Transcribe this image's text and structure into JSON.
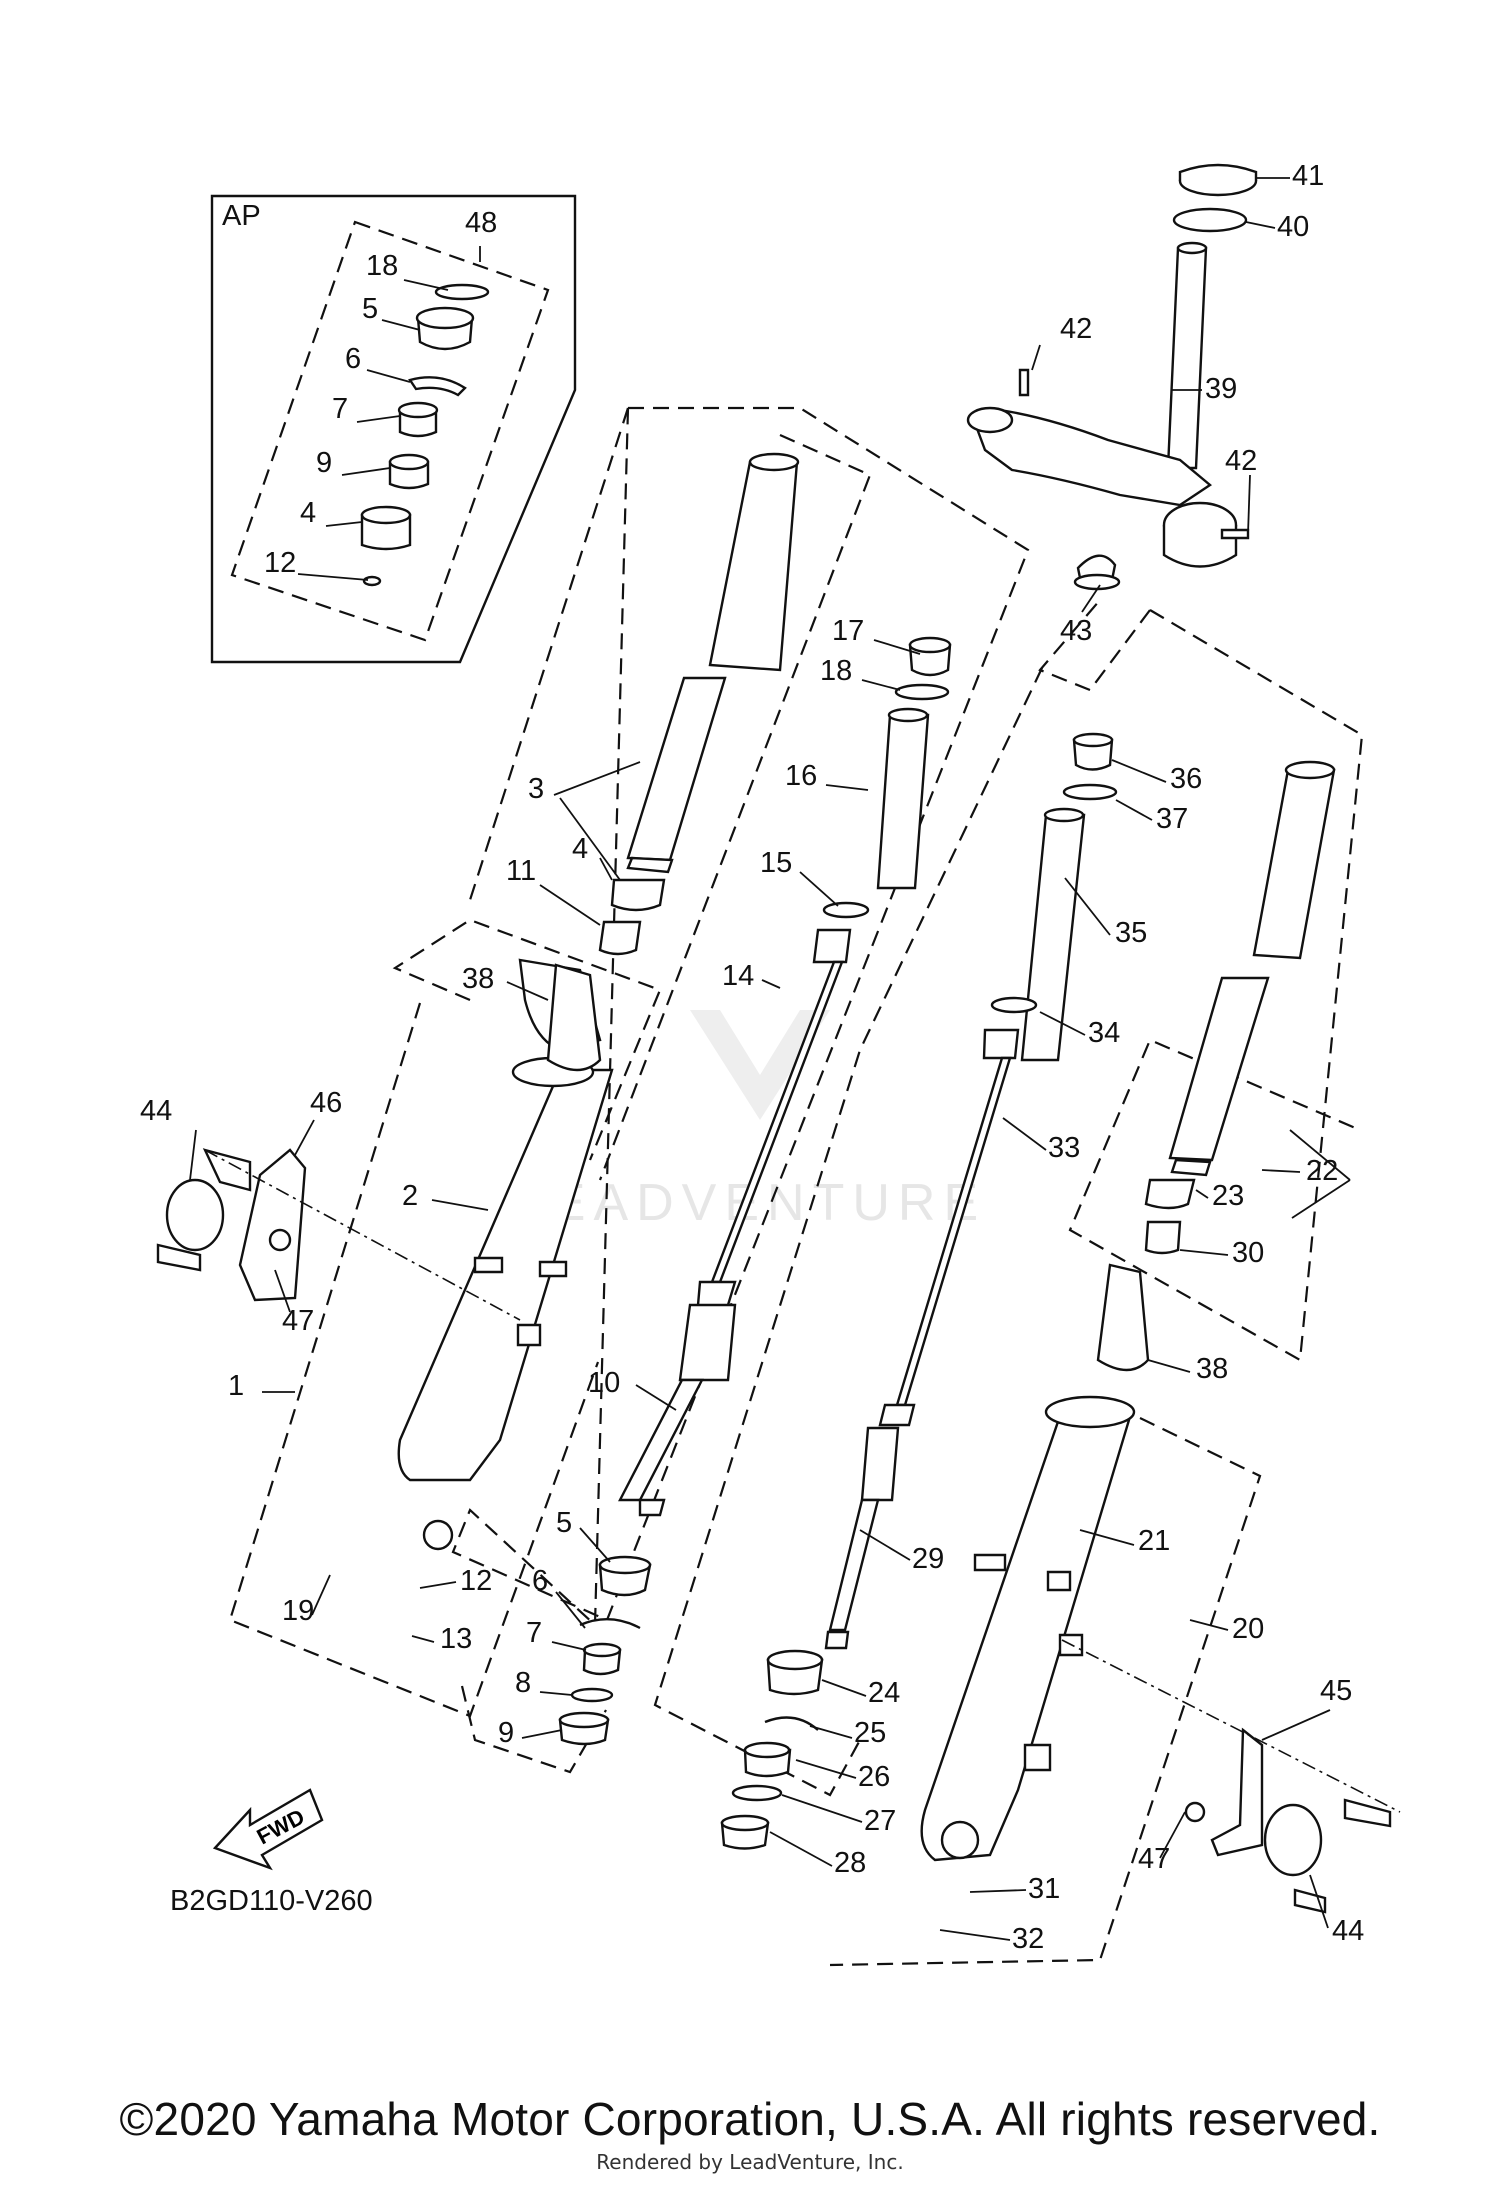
{
  "diagram": {
    "box_label": "AP",
    "code": "B2GD110-V260",
    "fwd_label": "FWD",
    "watermark": "LEADVENTURE",
    "callouts": [
      {
        "id": "c48",
        "text": "48"
      },
      {
        "id": "c18a",
        "text": "18"
      },
      {
        "id": "c5a",
        "text": "5"
      },
      {
        "id": "c6a",
        "text": "6"
      },
      {
        "id": "c7a",
        "text": "7"
      },
      {
        "id": "c9a",
        "text": "9"
      },
      {
        "id": "c4a",
        "text": "4"
      },
      {
        "id": "c12a",
        "text": "12"
      },
      {
        "id": "c41",
        "text": "41"
      },
      {
        "id": "c40",
        "text": "40"
      },
      {
        "id": "c42a",
        "text": "42"
      },
      {
        "id": "c39",
        "text": "39"
      },
      {
        "id": "c42b",
        "text": "42"
      },
      {
        "id": "c43",
        "text": "43"
      },
      {
        "id": "c17",
        "text": "17"
      },
      {
        "id": "c18b",
        "text": "18"
      },
      {
        "id": "c16",
        "text": "16"
      },
      {
        "id": "c36",
        "text": "36"
      },
      {
        "id": "c37",
        "text": "37"
      },
      {
        "id": "c3",
        "text": "3"
      },
      {
        "id": "c4b",
        "text": "4"
      },
      {
        "id": "c11",
        "text": "11"
      },
      {
        "id": "c15",
        "text": "15"
      },
      {
        "id": "c35",
        "text": "35"
      },
      {
        "id": "c38a",
        "text": "38"
      },
      {
        "id": "c14",
        "text": "14"
      },
      {
        "id": "c34",
        "text": "34"
      },
      {
        "id": "c44a",
        "text": "44"
      },
      {
        "id": "c46",
        "text": "46"
      },
      {
        "id": "c33",
        "text": "33"
      },
      {
        "id": "c2",
        "text": "2"
      },
      {
        "id": "c22",
        "text": "22"
      },
      {
        "id": "c23",
        "text": "23"
      },
      {
        "id": "c47a",
        "text": "47"
      },
      {
        "id": "c30",
        "text": "30"
      },
      {
        "id": "c1",
        "text": "1"
      },
      {
        "id": "c38b",
        "text": "38"
      },
      {
        "id": "c10",
        "text": "10"
      },
      {
        "id": "c5b",
        "text": "5"
      },
      {
        "id": "c21",
        "text": "21"
      },
      {
        "id": "c29",
        "text": "29"
      },
      {
        "id": "c12b",
        "text": "12"
      },
      {
        "id": "c19",
        "text": "19"
      },
      {
        "id": "c6b",
        "text": "6"
      },
      {
        "id": "c20",
        "text": "20"
      },
      {
        "id": "c13",
        "text": "13"
      },
      {
        "id": "c7b",
        "text": "7"
      },
      {
        "id": "c8",
        "text": "8"
      },
      {
        "id": "c24",
        "text": "24"
      },
      {
        "id": "c45",
        "text": "45"
      },
      {
        "id": "c9b",
        "text": "9"
      },
      {
        "id": "c25",
        "text": "25"
      },
      {
        "id": "c26",
        "text": "26"
      },
      {
        "id": "c27",
        "text": "27"
      },
      {
        "id": "c47b",
        "text": "47"
      },
      {
        "id": "c28",
        "text": "28"
      },
      {
        "id": "c31",
        "text": "31"
      },
      {
        "id": "c44b",
        "text": "44"
      },
      {
        "id": "c32",
        "text": "32"
      }
    ]
  },
  "footer": {
    "copyright": "©2020 Yamaha Motor Corporation, U.S.A. All rights reserved.",
    "rendered": "Rendered by LeadVenture, Inc."
  }
}
